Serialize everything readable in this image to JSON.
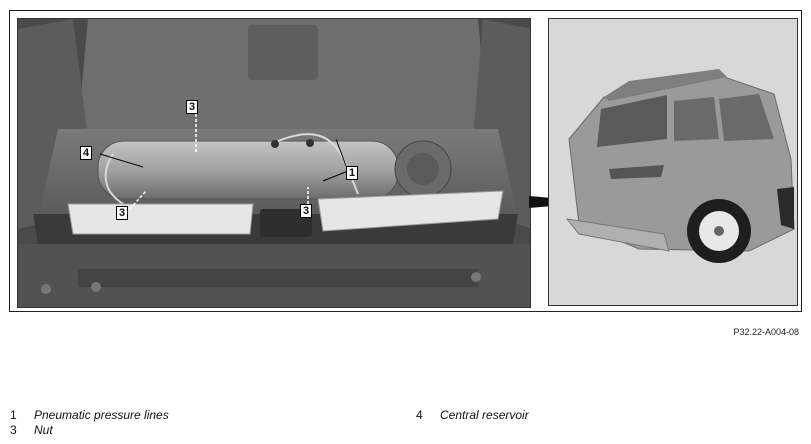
{
  "callouts": {
    "c1": "1",
    "c3a": "3",
    "c3b": "3",
    "c3c": "3",
    "c4": "4"
  },
  "figure_reference": "P32.22-A004-08",
  "legend": [
    {
      "num": "1",
      "text": "Pneumatic pressure lines"
    },
    {
      "num": "3",
      "text": "Nut"
    },
    {
      "num": "4",
      "text": "Central reservoir"
    }
  ],
  "colors": {
    "shadow": "#4a4a4a",
    "body": "#8a8a8a",
    "reservoir": "#a8a8a8",
    "trim_panel": "#e6e6e6",
    "inset_bg": "#d8d8d8",
    "car": "#9a9a9a"
  }
}
